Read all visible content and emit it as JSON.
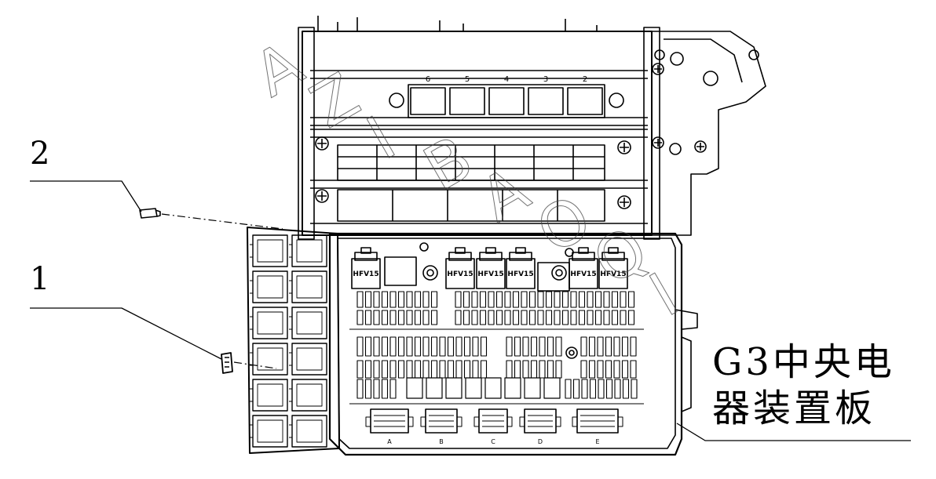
{
  "callouts": {
    "item_1": "1",
    "item_2": "2"
  },
  "board_title": {
    "line1": "G3中央电",
    "line2": "器装置板"
  },
  "relay_labels": [
    "HFV15",
    "HFV15",
    "HFV15",
    "HFV15",
    "HFV15",
    "HFV15"
  ],
  "bracket_slot_numbers": [
    "6",
    "5",
    "4",
    "3",
    "2"
  ],
  "connector_letters": [
    "A",
    "B",
    "C",
    "D",
    "E"
  ],
  "watermark": "AZIBAOQI"
}
